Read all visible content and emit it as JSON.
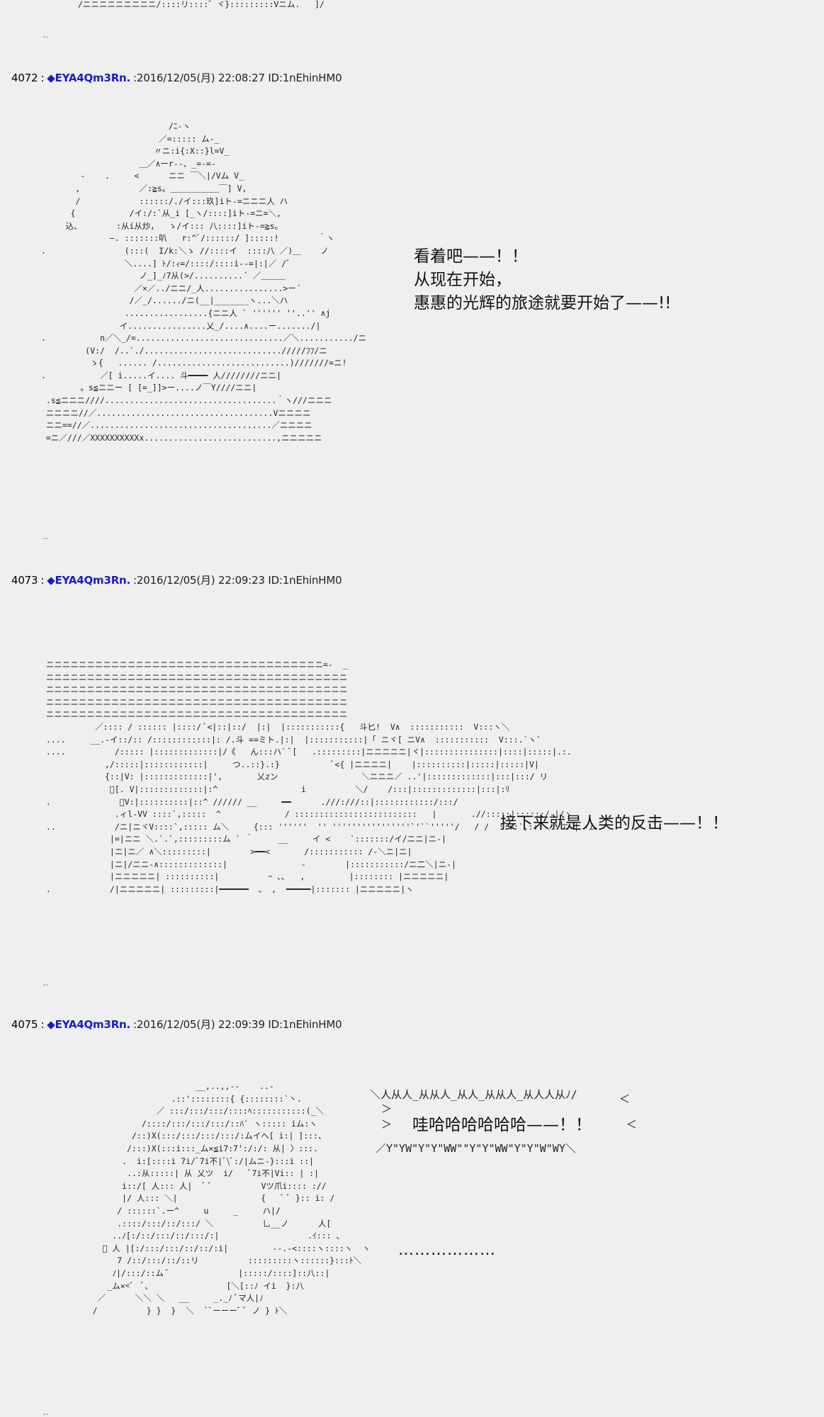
{
  "top": {
    "aa_line": "/ニニニニニニニニニ/::::リ::::゛ヾ}:::::::::Vニム.   ]/",
    "dots": "‥"
  },
  "posts": [
    {
      "num": "4072",
      "sep": ":",
      "name": "◆EYA4Qm3Rn.",
      "date": ":2016/12/05(月) 22:08:27 ID:1nEhinHM0",
      "speech": "看着吧——！！\n从现在开始，\n惠惠的光辉的旅途就要开始了——!!",
      "dots": "‥",
      "aa": "                          /ﾆ-ヽ\n                        ／=::::: ム-_\n                       〃ニ:i{:X::}l=V_\n                    ＿／∧ーr--、_=-=-\n        ‐    .     <      ニニ ￣＼|/Vム V_\n       ,            ／:≧s。＿＿＿＿＿＿￣] V,\n       /            ::::::/./イ:::玖]iト-=ニニニ人 ハ\n      {           /イ:/:`从_i [_ヽ/::::]iト-=ニ=＼,\n     込、       :从i从炒，  ゝ/イ::: 八::::]iト-=≧s。\n              —. :::::::叭   r:^ﾞ/::::::/ ]:::::!        ｀ヽ\n.                (:::(  I/k:＼ゝ //::::イ  ::::八 ／)＿    ノ\n                 ＼....] ﾄ/:ｨ=/::::/::::i--=|:|／ /゛\n                    ノ_]_ﾉ7从(>/..........´ ／＿＿＿\n                   ／×／../ニニ/_人................>ー´\n                  /／_/....../ニ(__|_______ヽ...＼ハ\n                 .................{ニニ人 ` '''''' ''..'' ∧j\n                イ................乂_/....∧....ー......./|\n.           n／＼_/=..............................／＼.........../ニ\n         (V:/  /..`./............................/////ﾌﾌ/ニ\n          ゝ{   ...... /...........................)///////=ニ!\n.           ／[ i.....イ.... 斗━━━━ 人////////ニニ|\n        。s≦ニニー [ [=_]]>ー....ノ￣Y////ニニ|\n .s≦ニニニ////...................................｀ヽ///ニニニ\n ニニニニ//／....................................Vニニニニ\n ニニ==//／.....................................／ニニニニ\n =ニ／///／XXXXXXXXXXx...........................,ニニニニニ"
    },
    {
      "num": "4073",
      "sep": ":",
      "name": "◆EYA4Qm3Rn.",
      "date": ":2016/12/05(月) 22:09:23 ID:1nEhinHM0",
      "speech": "接下来就是人类的反击——！！",
      "dots": "‥",
      "aa": " ニニニニニニニニニニニニニニニニニニニニニニニニニニニニニニニニニニ=-  _\n ニニニニニニニニニニニニニニニニニニニニニニニニニニニニニニニニニニニニニ\n ニニニニニニニニニニニニニニニニニニニニニニニニニニニニニニニニニニニニニ\n ニニニニニニニニニニニニニニニニニニニニニニニニニニニニニニニニニニニニニ\n ニニニニニニニニニニニニニニニニニニニニニニニニニニニニニニニニニニニニニ\n           ／:::: / :::::: |::::/ ﾞ<|::|::/  |:|  |:::::::::::{   斗匕!  V∧  :::::::::::  V:::ヽ＼\n ....     __.-イ::/:: /::::::::::::|: /.斗 ==ミト.|:|  |:::::::::::|「 ニヾ[ ニV∧  :::::::::::  V:::.`ヽ`\n ....          /::::: |:::::::::::::|/《   ん:::ハ` ﾞ[   .:::::::::|ニニニニニ|ヾ|:::::::::::::::|::::|:::::|.:.\n             ,/:::::|::::::::::::|     つ..::}.:}           ﾞ<{ |ニニニニ|    |::::::::::|:::::|:::::|V|\n             {::|V: |:::::::::::::|',       乂zン                 ＼ニニニ／ ..'|:::::::::::::|:::|:::/ リ\n              ﾞ[. V|:::::::::::::|:^                 i          ＼/    /:::|:::::::::::::|:::|:ﾘ\n .              ﾞV:|::::::::::|::^ ////// __     ━━      .///:///::|::::::::::::/:::/\n               .ィl-VV ::::`,:::::  ^             / :::::::::::::::::::::::::   |       .//:::::|::::::/-|/ヽ\n ..            /ニ|ニヾV::::`,::::: ム＼     {::: ''''''  '' ''''''''''''''''`'``'''''/   / /  ::::`,::: ／ ニ-| -ム\n              |=|ニニ ＼.`.`,:::::::::ム ` ｀     __     イ <    `:::::::/イ/ニニ|ニ-|\n              |ニ|ニ／ ∧＼:::::::::|        >━━<       /::::::::::: /-＼ニ|ニ|\n              |ニ|/ニニ-∧:::::::::::::|               -        |:::::::::::/ニ二＼|ニ-|\n              |ニニニニニ| ::::::::::|          ｰ ､､   ,         |:::::::: |ニニニニニ|\n .            /|ニニニニニ| :::::::::|━━━━━━  、 ,  ━━━━━|::::::: |ニニニニニ|ヽ"
    },
    {
      "num": "4075",
      "sep": ":",
      "name": "◆EYA4Qm3Rn.",
      "date": ":2016/12/05(月) 22:09:39 ID:1nEhinHM0",
      "shout_top": "＼人从人_从从人_从人_从从人_从人人从ﾉ/",
      "shout_left1": "＞",
      "shout_right1": "＜",
      "shout_text": "哇哈哈哈哈哈哈——！！",
      "shout_left2": "＞",
      "shout_right2": "＜",
      "shout_bottom": "／Y\"YW\"Y\"Y\"WW\"\"Y\"Y\"WW\"Y\"Y\"W\"WY＼",
      "ellipsis": "………………",
      "dots": "‥",
      "aa": "                          __,..,,--    ..-\n                     .::'::::::::{ {::::::::`丶.\n                  ／ :::/:::/:::/::::ﾍ:::::::::::(_＼\n               /::::/:::/:::/:::/::ﾊ` ヽ::::: iム:ヽ\n             /::)X(:::/:::/:::/:::/:ムイへ[ i:| ]:::、\n            /:::)X(:::i:::_ム×≦i7:7':/:/: 从| 〉:::.\n           .  i:[::::i 7i/ﾞ7i不|ﾞ\\ﾞ:/|ムニ-}:::i ::|\n            ..:从:::::| 从 乂ツ  i/   ﾞ7i不|Vi:: | :|\n           i::/[ 人::: 人|  ﾞ ﾞ          Vツ爪i:::: ://\n           |/ 人::: ＼|                 {   ﾞ ﾞ }:: i: /\n          / ::::::`.ー^     u     _     ハ|/\n          .::::/:::/::/:::/ ＼          乚__ノ      人[\n         ..ﾉ[:/::/:::/::/:::/:|                  .ｲ::: 、\n       ﾞ 人 |[:/:::/:::/::/::/:i|         --.-<::::ヽ::::ヽ  ヽ\n          7 /::/:::/::/::リ          :::::::::ヽ::::::}:::ﾄ＼\n         ﾉ|/:::/::ム ﾞ              |:::::/::::]::八::|\n        _ム×<ﾞ  ﾞ、               [＼[::ﾉ イi  }:八\n      ／      ＼＼ ＼   __     _._ﾉ ﾞマ人|ﾉ\n     /          } }  }  ＼  `ﾞーーーﾞ ﾞ ノ } ﾄ＼"
    }
  ]
}
